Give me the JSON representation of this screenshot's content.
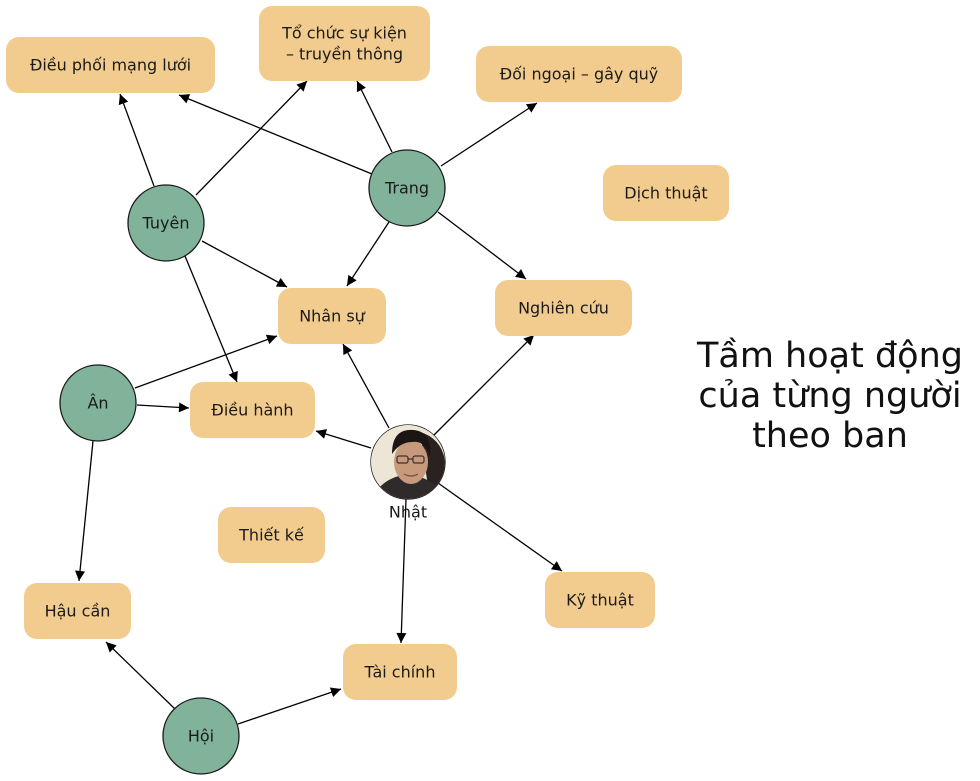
{
  "title": {
    "lines": [
      "Tầm hoạt động",
      "của từng người",
      "theo ban"
    ]
  },
  "colors": {
    "team_fill": "#f2cc8f",
    "person_fill": "#81b29a",
    "edge": "#000000"
  },
  "teams": {
    "dieu_phoi": [
      "Điều phối mạng lưới"
    ],
    "to_chuc": [
      "Tổ chức sự kiện",
      "– truyền thông"
    ],
    "doi_ngoai": [
      "Đối ngoại – gây quỹ"
    ],
    "dich_thuat": [
      "Dịch thuật"
    ],
    "nghien_cuu": [
      "Nghiên cứu"
    ],
    "nhan_su": [
      "Nhân sự"
    ],
    "dieu_hanh": [
      "Điều hành"
    ],
    "thiet_ke": [
      "Thiết kế"
    ],
    "hau_can": [
      "Hậu cần"
    ],
    "ky_thuat": [
      "Kỹ thuật"
    ],
    "tai_chinh": [
      "Tài chính"
    ]
  },
  "people": {
    "tuyen": "Tuyên",
    "trang": "Trang",
    "an": "Ân",
    "hoi": "Hội",
    "nhat": "Nhật"
  },
  "edges": [
    {
      "from": "tuyen",
      "to": "dieu_phoi"
    },
    {
      "from": "tuyen",
      "to": "to_chuc"
    },
    {
      "from": "tuyen",
      "to": "nhan_su"
    },
    {
      "from": "tuyen",
      "to": "dieu_hanh"
    },
    {
      "from": "trang",
      "to": "dieu_phoi"
    },
    {
      "from": "trang",
      "to": "to_chuc"
    },
    {
      "from": "trang",
      "to": "doi_ngoai"
    },
    {
      "from": "trang",
      "to": "nhan_su"
    },
    {
      "from": "trang",
      "to": "nghien_cuu"
    },
    {
      "from": "an",
      "to": "nhan_su"
    },
    {
      "from": "an",
      "to": "dieu_hanh"
    },
    {
      "from": "an",
      "to": "hau_can"
    },
    {
      "from": "nhat",
      "to": "nhan_su"
    },
    {
      "from": "nhat",
      "to": "nghien_cuu"
    },
    {
      "from": "nhat",
      "to": "dieu_hanh"
    },
    {
      "from": "nhat",
      "to": "ky_thuat"
    },
    {
      "from": "nhat",
      "to": "tai_chinh"
    },
    {
      "from": "hoi",
      "to": "hau_can"
    },
    {
      "from": "hoi",
      "to": "tai_chinh"
    }
  ]
}
